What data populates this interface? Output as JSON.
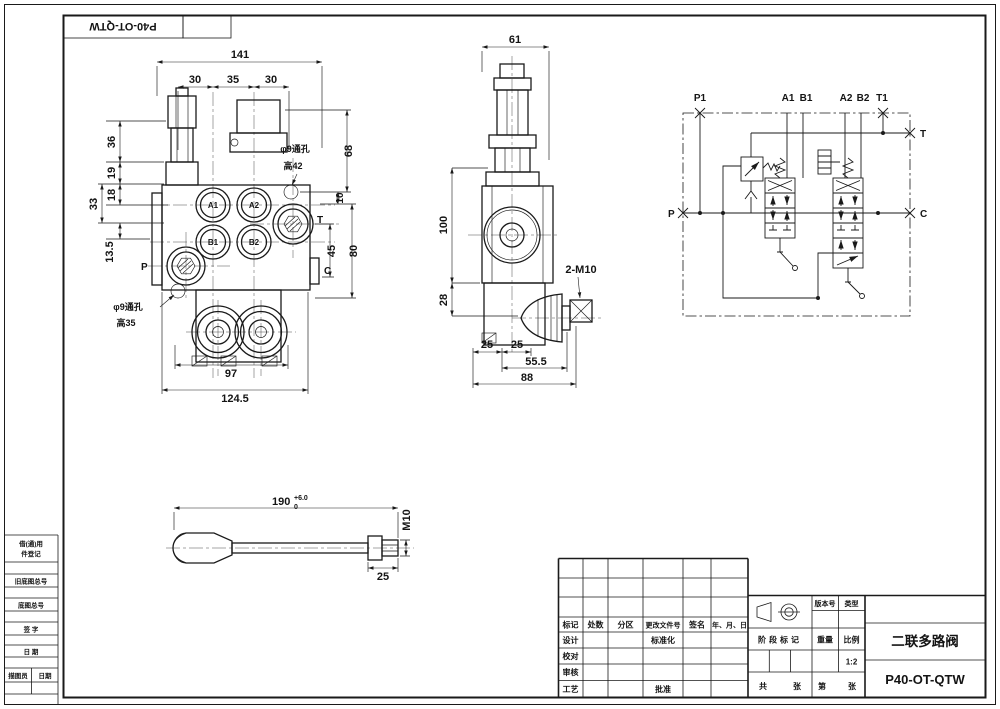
{
  "corner": {
    "part_number": "P40-OT-QTW"
  },
  "front_view": {
    "dims": {
      "w141": "141",
      "s30a": "30",
      "s35": "35",
      "s30b": "30",
      "v36": "36",
      "v19": "19",
      "v18": "18",
      "v33": "33",
      "v135": "13.5",
      "v68": "68",
      "v10": "10",
      "v80": "80",
      "v45": "45",
      "b97": "97",
      "b1245": "124.5"
    },
    "notes": {
      "top1": "φ9通孔",
      "top2": "高42",
      "bot1": "φ9通孔",
      "bot2": "高35"
    },
    "ports": {
      "a1": "A1",
      "a2": "A2",
      "b1": "B1",
      "b2": "B2",
      "t": "T",
      "c": "C",
      "p": "P"
    }
  },
  "side_view": {
    "dims": {
      "w61": "61",
      "h100": "100",
      "h28": "28",
      "thread": "2-M10",
      "b25a": "25",
      "b25b": "25",
      "b555": "55.5",
      "b88": "88"
    }
  },
  "lever": {
    "dims": {
      "len": "190",
      "tol_up": "+6.0",
      "tol_dn": "0",
      "thread": "M10",
      "end": "25"
    }
  },
  "schematic": {
    "ports": {
      "p1": "P1",
      "a1": "A1",
      "b1": "B1",
      "a2": "A2",
      "b2": "B2",
      "t1": "T1",
      "t": "T",
      "c": "C",
      "p": "P"
    }
  },
  "title_block": {
    "h_mark": "标记",
    "h_count": "处数",
    "h_zone": "分区",
    "h_doc": "更改文件号",
    "h_sign": "签名",
    "h_date": "年、月、日",
    "design": "设计",
    "check": "校对",
    "review": "审核",
    "process": "工艺",
    "standard": "标准化",
    "approve": "批准",
    "version": "版本号",
    "type": "类型",
    "stage": "阶段标记",
    "weight": "重量",
    "scale": "比例",
    "scale_value": "1:2",
    "total": "共",
    "sheet": "张",
    "no": "第",
    "sheet2": "张",
    "product": "二联多路阀",
    "number": "P40-OT-QTW"
  },
  "margin": {
    "r1a": "借(通)用",
    "r1b": "件登记",
    "r2": "旧底图总号",
    "r3": "底图总号",
    "r4": "签 字",
    "r5": "日 期",
    "r6": "描图员",
    "r7": "日期"
  }
}
